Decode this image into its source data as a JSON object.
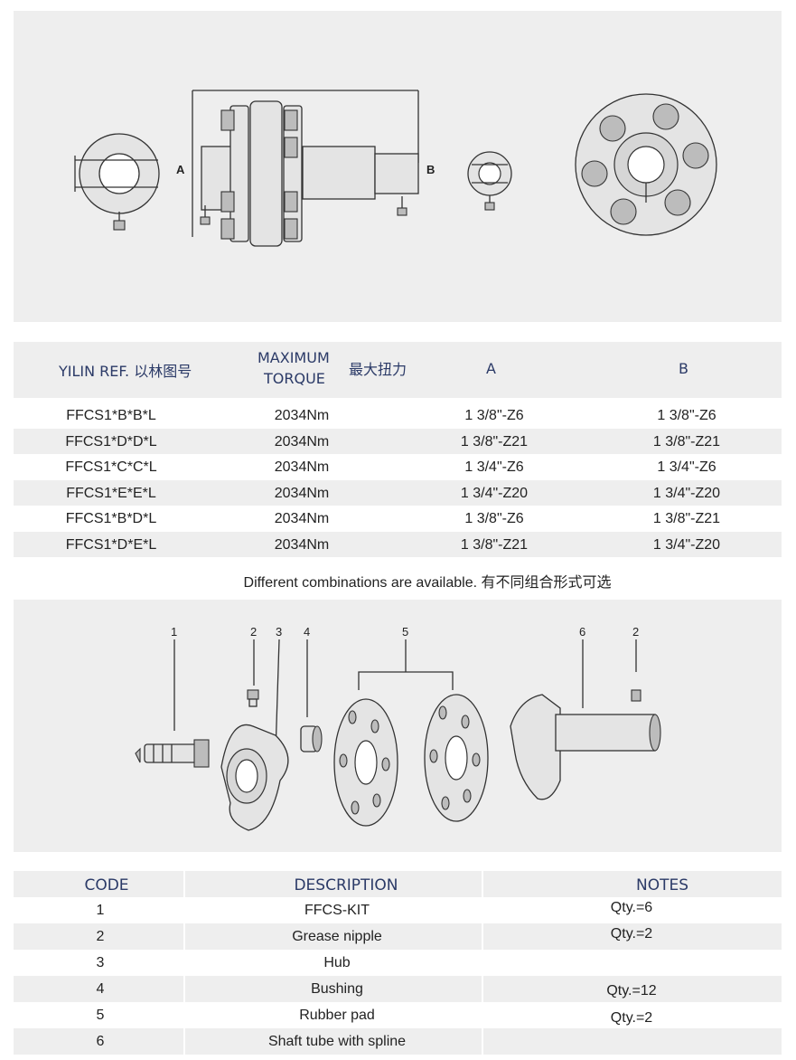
{
  "drawing": {
    "label_a": "A",
    "label_b": "B"
  },
  "spec_table": {
    "headers": {
      "ref": "YILIN REF. 以林图号",
      "torque_line1": "MAXIMUM",
      "torque_line2": "TORQUE",
      "torque_cn": "最大扭力",
      "a": "A",
      "b": "B"
    },
    "rows": [
      {
        "ref": "FFCS1*B*B*L",
        "torque": "2034Nm",
        "a": "1 3/8\"-Z6",
        "b": "1 3/8\"-Z6"
      },
      {
        "ref": "FFCS1*D*D*L",
        "torque": "2034Nm",
        "a": "1 3/8\"-Z21",
        "b": "1 3/8\"-Z21"
      },
      {
        "ref": "FFCS1*C*C*L",
        "torque": "2034Nm",
        "a": "1 3/4\"-Z6",
        "b": "1 3/4\"-Z6"
      },
      {
        "ref": "FFCS1*E*E*L",
        "torque": "2034Nm",
        "a": "1 3/4\"-Z20",
        "b": "1 3/4\"-Z20"
      },
      {
        "ref": "FFCS1*B*D*L",
        "torque": "2034Nm",
        "a": "1 3/8\"-Z6",
        "b": "1 3/8\"-Z21"
      },
      {
        "ref": "FFCS1*D*E*L",
        "torque": "2034Nm",
        "a": "1 3/8\"-Z21",
        "b": "1 3/4\"-Z20"
      }
    ],
    "note": "Different combinations are available. 有不同组合形式可选"
  },
  "exploded_view": {
    "callouts": [
      "1",
      "2",
      "3",
      "4",
      "5",
      "6",
      "2"
    ]
  },
  "parts_table": {
    "headers": {
      "code": "CODE",
      "description": "DESCRIPTION",
      "notes": "NOTES"
    },
    "rows": [
      {
        "code": "1",
        "description": "FFCS-KIT",
        "notes": "Qty.=6"
      },
      {
        "code": "2",
        "description": "Grease nipple",
        "notes": "Qty.=2"
      },
      {
        "code": "3",
        "description": "Hub",
        "notes": ""
      },
      {
        "code": "4",
        "description": "Bushing",
        "notes": "Qty.=12"
      },
      {
        "code": "5",
        "description": "Rubber pad",
        "notes": "Qty.=2"
      },
      {
        "code": "6",
        "description": "Shaft tube with spline",
        "notes": ""
      }
    ]
  }
}
